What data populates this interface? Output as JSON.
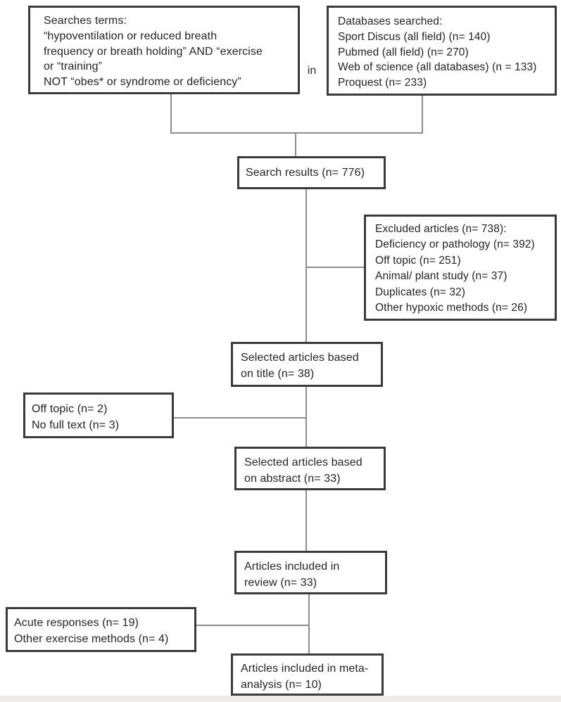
{
  "diagram_type": "literature-search-flowchart",
  "colors": {
    "box_border": "#3a3a3a",
    "connector_line": "#8d8d8d",
    "text": "#242424",
    "background": "#ffffff",
    "bottom_strip": "#efedea"
  },
  "labels": {
    "in_connector": "in"
  },
  "boxes": {
    "search_terms": {
      "lines": [
        "Searches terms:",
        "“hypoventilation or reduced breath",
        "frequency or breath holding” AND “exercise",
        "or “training”",
        "NOT “obes* or syndrome or deficiency”"
      ]
    },
    "databases": {
      "lines": [
        "Databases searched:",
        "Sport Discus (all field) (n= 140)",
        "Pubmed (all field) (n= 270)",
        "Web of science (all databases) (n = 133)",
        "Proquest (n= 233)"
      ]
    },
    "search_results": {
      "lines": [
        "Search results (n= 776)"
      ]
    },
    "excluded": {
      "lines": [
        "Excluded articles (n= 738):",
        "Deficiency or pathology (n= 392)",
        "Off topic (n= 251)",
        "Animal/ plant study (n= 37)",
        "Duplicates (n= 32)",
        "Other hypoxic methods (n= 26)"
      ]
    },
    "selected_title": {
      "lines": [
        "Selected articles based",
        "on title (n= 38)"
      ]
    },
    "off_topic": {
      "lines": [
        "Off topic (n= 2)",
        "No full text (n= 3)"
      ]
    },
    "selected_abstract": {
      "lines": [
        "Selected articles based",
        "on abstract (n= 33)"
      ]
    },
    "review": {
      "lines": [
        "Articles included in",
        "review (n= 33)"
      ]
    },
    "acute": {
      "lines": [
        "Acute responses (n= 19)",
        "Other exercise methods (n= 4)"
      ]
    },
    "meta": {
      "lines": [
        "Articles included in meta-",
        "analysis (n= 10)"
      ]
    }
  },
  "edges": [
    {
      "from": [
        "search_terms",
        "databases"
      ],
      "to": "search_results"
    },
    {
      "from": "search_results",
      "to": "selected_title",
      "side_branch_right": "excluded"
    },
    {
      "from": "selected_title",
      "to": "selected_abstract",
      "side_branch_left": "off_topic"
    },
    {
      "from": "selected_abstract",
      "to": "review"
    },
    {
      "from": "review",
      "to": "meta",
      "side_branch_left": "acute"
    }
  ]
}
